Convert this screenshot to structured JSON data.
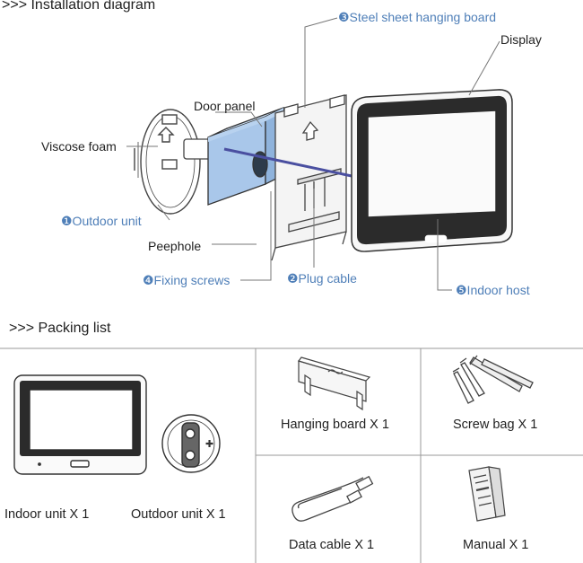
{
  "installation": {
    "header": ">>> Installation diagram",
    "labels": {
      "steel_board": "❸Steel sheet hanging board",
      "display": "Display",
      "door_panel": "Door panel",
      "viscose_foam": "Viscose foam",
      "outdoor_unit": "❶Outdoor unit",
      "peephole": "Peephole",
      "fixing_screws": "❹Fixing screws",
      "plug_cable": "❷Plug cable",
      "indoor_host": "❺Indoor host"
    }
  },
  "packing": {
    "header": ">>> Packing list",
    "items": {
      "indoor_unit": "Indoor unit X 1",
      "outdoor_unit": "Outdoor unit X 1",
      "hanging_board": "Hanging board X 1",
      "screw_bag": "Screw bag X 1",
      "data_cable": "Data cable X 1",
      "manual": "Manual X 1"
    }
  },
  "colors": {
    "accent_blue": "#4f7fb8",
    "door_panel_fill": "#a9c7ea",
    "line": "#444444"
  }
}
